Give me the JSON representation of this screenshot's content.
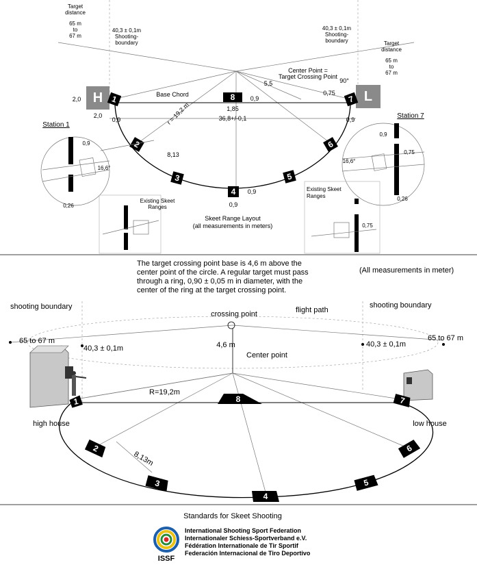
{
  "top": {
    "target_distance_left": {
      "l1": "Target",
      "l2": "distance",
      "l3": "65 m",
      "l4": "to",
      "l5": "67 m"
    },
    "boundary_left": {
      "l1": "40,3 ± 0,1m",
      "l2": "Shooting-",
      "l3": "boundary"
    },
    "boundary_right": {
      "l1": "40,3 ± 0,1m",
      "l2": "Shooting-",
      "l3": "boundary"
    },
    "target_distance_right": {
      "l1": "Target",
      "l2": "distance",
      "l3": "65 m",
      "l4": "to",
      "l5": "67 m"
    },
    "center_point": {
      "l1": "Center Point =",
      "l2": "Target Crossing Point"
    },
    "high_house": "H",
    "low_house": "L",
    "base_chord": "Base Chord",
    "dim_2_0_v": "2,0",
    "dim_2_0_h": "2,0",
    "dim_0_9_left": "0,9",
    "dim_0_9_right": "0,9",
    "dim_0_9_pad8": "0,9",
    "dim_1_85": "1,85",
    "dim_5_5": "5,5",
    "dim_0_75": "0,75",
    "dim_90": "90°",
    "radius": "r = 19,2 m",
    "chord_36": "36,8+/-0,1",
    "dim_8_13": "8,13",
    "dim_0_9_pad4_v": "0,9",
    "dim_0_9_pad4_h": "0,9",
    "pads": [
      "1",
      "2",
      "3",
      "4",
      "5",
      "6",
      "7",
      "8"
    ],
    "station1": {
      "title": "Station 1",
      "dim_0_9": "0,9",
      "angle": "16,6°",
      "dim_0_26": "0,26"
    },
    "station7": {
      "title": "Station 7",
      "dim_0_9": "0,9",
      "dim_0_75": "0,75",
      "angle": "16,6°",
      "dim_0_26": "0,26"
    },
    "existing_left": {
      "l1": "Existing Skeet",
      "l2": "Ranges"
    },
    "existing_right": {
      "l1": "Existing Skeet",
      "l2": "Ranges",
      "dim": "0,75"
    },
    "layout_title": {
      "l1": "Skeet Range Layout",
      "l2": "(all measurements in meters)"
    }
  },
  "middle": {
    "note": {
      "l1": "The target crossing point base is 4,6 m above the",
      "l2": "center point of the circle. A regular target must pass",
      "l3": "through a ring, 0,90 ± 0,05 m in diameter, with the",
      "l4": "center of the ring at the target crossing point."
    },
    "all_meas": "(All measurements in meter)"
  },
  "bottom": {
    "shooting_boundary_left": "shooting  boundary",
    "shooting_boundary_right": "shooting  boundary",
    "crossing_point": "crossing point",
    "flight_path": "flight path",
    "dist_left": "65  to  67  m",
    "dist_right": "65  to  67  m",
    "boundary_left": "40,3  ±  0,1m",
    "boundary_right": "40,3  ±  0,1m",
    "height": "4,6  m",
    "center_point": "Center point",
    "radius": "R=19,2m",
    "high_house": "high house",
    "low_house": "low  house",
    "dim_8_13": "8,13m",
    "pads": [
      "1",
      "2",
      "3",
      "4",
      "5",
      "6",
      "7",
      "8"
    ]
  },
  "footer": {
    "standards": "Standards for Skeet Shooting",
    "org1": "International Shooting Sport Federation",
    "org2": "Internationaler Schiess-Sportverband e.V.",
    "org3": "Fédération Internationale de Tir Sportif",
    "org4": "Federación Internacional de Tiro Deportivo",
    "logo_text": "ISSF",
    "logo_colors": [
      "#1f5fa8",
      "#e8c21a",
      "#2a8a3a",
      "#d22a2a",
      "#7a2a8a"
    ]
  }
}
